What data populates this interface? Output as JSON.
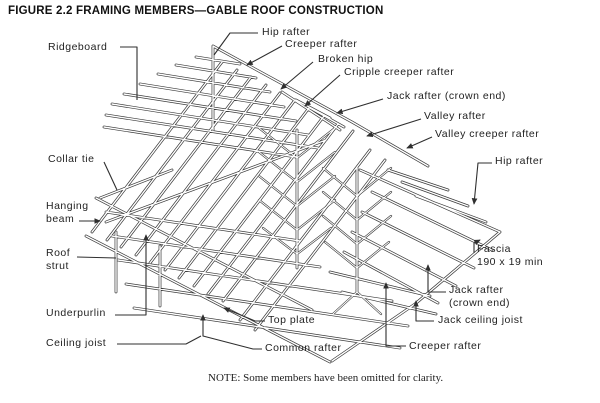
{
  "figure": {
    "title": "FIGURE 2.2 FRAMING MEMBERS—GABLE ROOF CONSTRUCTION",
    "note": "NOTE:  Some members have been omitted for clarity."
  },
  "colors": {
    "line": "#3a3a3a",
    "text": "#222222",
    "background": "#ffffff"
  },
  "labels": {
    "ridgeboard": {
      "text": "Ridgeboard"
    },
    "hip_rafter_top": {
      "text": "Hip rafter"
    },
    "creeper_rafter_top": {
      "text": "Creeper rafter"
    },
    "broken_hip": {
      "text": "Broken hip"
    },
    "cripple_creeper_rafter": {
      "text": "Cripple creeper rafter"
    },
    "jack_rafter_crown_top": {
      "text": "Jack rafter (crown end)"
    },
    "valley_rafter": {
      "text": "Valley rafter"
    },
    "valley_creeper_rafter": {
      "text": "Valley creeper rafter"
    },
    "hip_rafter_right": {
      "text": "Hip rafter"
    },
    "fascia": {
      "line1": "Fascia",
      "line2": "190 x 19 min"
    },
    "jack_rafter_crown_right": {
      "line1": "Jack rafter",
      "line2": "(crown end)"
    },
    "jack_ceiling_joist": {
      "text": "Jack ceiling joist"
    },
    "creeper_rafter_bottom": {
      "text": "Creeper rafter"
    },
    "top_plate": {
      "text": "Top plate"
    },
    "common_rafter": {
      "text": "Common rafter"
    },
    "collar_tie": {
      "text": "Collar tie"
    },
    "hanging_beam": {
      "line1": "Hanging",
      "line2": "beam"
    },
    "roof_strut": {
      "line1": "Roof",
      "line2": "strut"
    },
    "underpurlin": {
      "text": "Underpurlin"
    },
    "ceiling_joist": {
      "text": "Ceiling joist"
    }
  }
}
